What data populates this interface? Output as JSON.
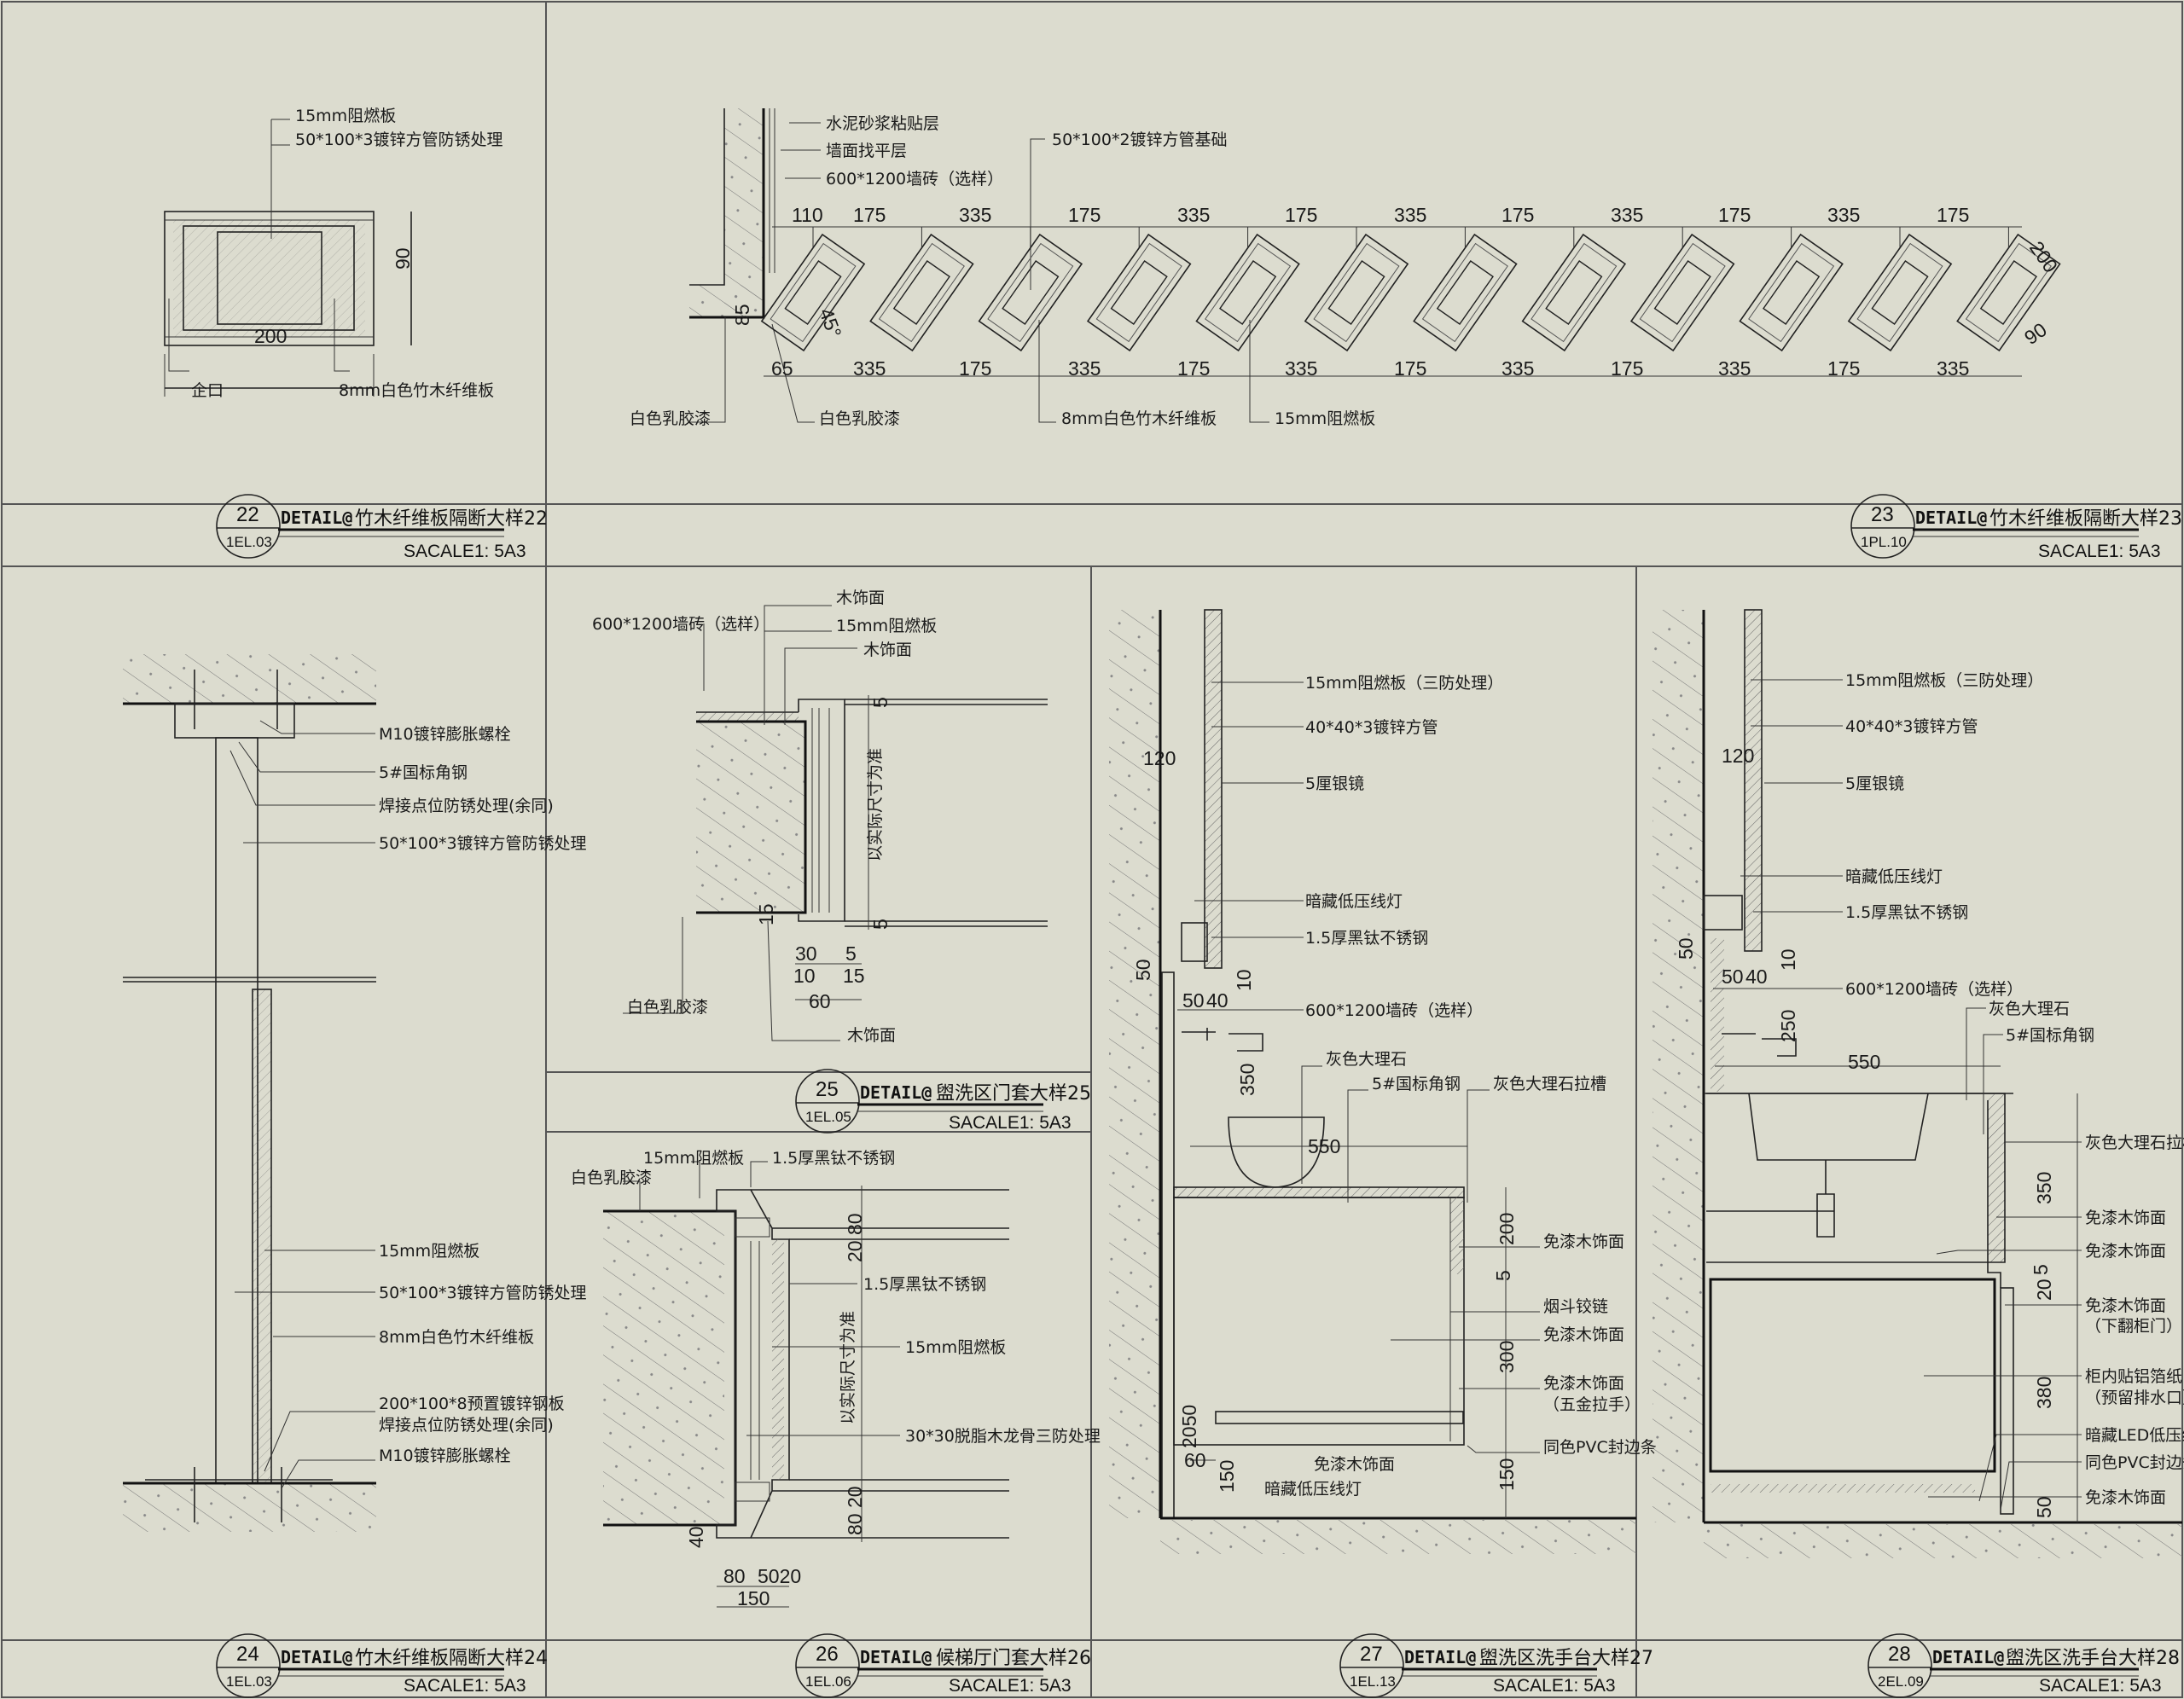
{
  "colors": {
    "background": "#dcdccf",
    "ink": "#1a1a1a"
  },
  "panels": [
    {
      "number": "22",
      "sheet": "1EL.03",
      "prefix": "DETAIL@",
      "title": "竹木纤维板隔断大样22",
      "scale": "SACALE1: 5A3",
      "labels": [
        "15mm阻燃板",
        "50*100*3镀锌方管防锈处理",
        "企口",
        "8mm白色竹木纤维板"
      ],
      "dims": [
        "200",
        "90"
      ]
    },
    {
      "number": "23",
      "sheet": "1PL.10",
      "prefix": "DETAIL@",
      "title": "竹木纤维板隔断大样23",
      "scale": "SACALE1: 5A3",
      "labels": [
        "水泥砂浆粘贴层",
        "墙面找平层",
        "600*1200墙砖（选样）",
        "50*100*2镀锌方管基础",
        "白色乳胶漆",
        "白色乳胶漆",
        "8mm白色竹木纤维板",
        "15mm阻燃板"
      ],
      "dims_top": [
        "110",
        "175",
        "335",
        "175",
        "335",
        "175",
        "335",
        "175",
        "335",
        "175",
        "335",
        "175"
      ],
      "dims_bottom": [
        "65",
        "335",
        "175",
        "335",
        "175",
        "335",
        "175",
        "335",
        "175",
        "335",
        "175",
        "335"
      ],
      "dims_other": [
        "85",
        "45°",
        "200",
        "90"
      ]
    },
    {
      "number": "24",
      "sheet": "1EL.03",
      "prefix": "DETAIL@",
      "title": "竹木纤维板隔断大样24",
      "scale": "SACALE1: 5A3",
      "labels": [
        "M10镀锌膨胀螺栓",
        "5#国标角钢",
        "焊接点位防锈处理(余同)",
        "50*100*3镀锌方管防锈处理",
        "15mm阻燃板",
        "50*100*3镀锌方管防锈处理",
        "8mm白色竹木纤维板",
        "200*100*8预置镀锌钢板",
        "焊接点位防锈处理(余同)",
        "M10镀锌膨胀螺栓"
      ]
    },
    {
      "number": "25",
      "sheet": "1EL.05",
      "prefix": "DETAIL@",
      "title": "盥洗区门套大样25",
      "scale": "SACALE1: 5A3",
      "labels": [
        "木饰面",
        "15mm阻燃板",
        "木饰面",
        "600*1200墙砖（选样）",
        "以实际尺寸为准",
        "白色乳胶漆",
        "木饰面"
      ],
      "dims": [
        "30",
        "5",
        "10",
        "15",
        "60",
        "15",
        "5",
        "5"
      ]
    },
    {
      "number": "26",
      "sheet": "1EL.06",
      "prefix": "DETAIL@",
      "title": "候梯厅门套大样26",
      "scale": "SACALE1: 5A3",
      "labels": [
        "白色乳胶漆",
        "15mm阻燃板",
        "1.5厚黑钛不锈钢",
        "1.5厚黑钛不锈钢",
        "15mm阻燃板",
        "30*30脱脂木龙骨三防处理",
        "以实际尺寸为准"
      ],
      "dims": [
        "20 80",
        "80 20",
        "40",
        "80",
        "5020",
        "150"
      ]
    },
    {
      "number": "27",
      "sheet": "1EL.13",
      "prefix": "DETAIL@",
      "title": "盥洗区洗手台大样27",
      "scale": "SACALE1: 5A3",
      "labels": [
        "15mm阻燃板（三防处理）",
        "40*40*3镀锌方管",
        "5厘银镜",
        "暗藏低压线灯",
        "1.5厚黑钛不锈钢",
        "600*1200墙砖（选样）",
        "灰色大理石",
        "5#国标角钢",
        "灰色大理石拉槽",
        "免漆木饰面",
        "烟斗铰链",
        "免漆木饰面",
        "免漆木饰面",
        "（五金拉手）",
        "同色PVC封边条",
        "免漆木饰面",
        "暗藏低压线灯"
      ],
      "dims": [
        "120",
        "50",
        "50",
        "40",
        "10",
        "350",
        "550",
        "200",
        "5",
        "300",
        "150",
        "2050",
        "60",
        "150"
      ]
    },
    {
      "number": "28",
      "sheet": "2EL.09",
      "prefix": "DETAIL@",
      "title": "盥洗区洗手台大样28",
      "scale": "SACALE1: 5A3",
      "labels": [
        "15mm阻燃板（三防处理）",
        "40*40*3镀锌方管",
        "5厘银镜",
        "暗藏低压线灯",
        "1.5厚黑钛不锈钢",
        "600*1200墙砖（选样）",
        "灰色大理石",
        "5#国标角钢",
        "灰色大理石拉槽",
        "免漆木饰面",
        "免漆木饰面",
        "免漆木饰面",
        "（下翻柜门）",
        "柜内贴铝箔纸",
        "（预留排水口）",
        "暗藏LED低压线灯",
        "同色PVC封边条",
        "免漆木饰面"
      ],
      "dims": [
        "120",
        "50",
        "50",
        "40",
        "10",
        "250",
        "550",
        "350",
        "5",
        "20",
        "380",
        "50"
      ]
    }
  ]
}
